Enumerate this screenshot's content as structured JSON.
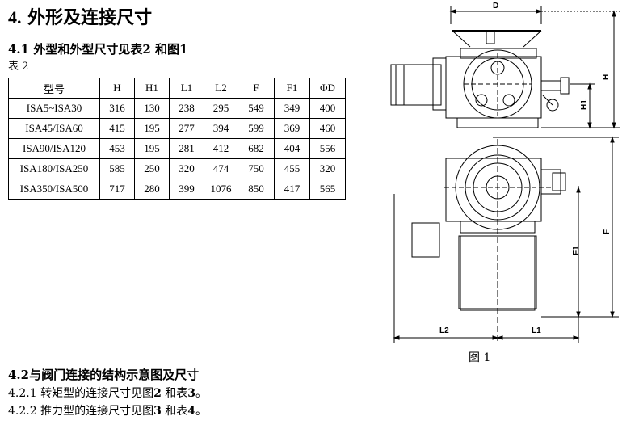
{
  "section": {
    "number": "4.",
    "title": "外形及连接尺寸"
  },
  "sub41": {
    "number": "4.1",
    "text_a": "外型和外型尺寸见表",
    "ref_table": "2",
    "text_b": "和图",
    "ref_fig": "1"
  },
  "table_caption": "表 2",
  "table": {
    "headers": [
      "型号",
      "H",
      "H1",
      "L1",
      "L2",
      "F",
      "F1",
      "ΦD"
    ],
    "rows": [
      [
        "ISA5~ISA30",
        "316",
        "130",
        "238",
        "295",
        "549",
        "349",
        "400"
      ],
      [
        "ISA45/ISA60",
        "415",
        "195",
        "277",
        "394",
        "599",
        "369",
        "460"
      ],
      [
        "ISA90/ISA120",
        "453",
        "195",
        "281",
        "412",
        "682",
        "404",
        "556"
      ],
      [
        "ISA180/ISA250",
        "585",
        "250",
        "320",
        "474",
        "750",
        "455",
        "320"
      ],
      [
        "ISA350/ISA500",
        "717",
        "280",
        "399",
        "1076",
        "850",
        "417",
        "565"
      ]
    ]
  },
  "drawing_labels": {
    "d": "D",
    "h": "H",
    "h1": "H1",
    "f": "F",
    "f1": "F1",
    "l2": "L2",
    "l1": "L1"
  },
  "figure_caption": "图 1",
  "sub42": {
    "number": "4.2",
    "text": "与阀门连接的结构示意图及尺寸"
  },
  "line421": {
    "number": "4.2.1",
    "text_a": "转矩型的连接尺寸见图",
    "fig": "2",
    "text_b": "和表",
    "table": "3",
    "end": "。"
  },
  "line422": {
    "number": "4.2.2",
    "text_a": "推力型的连接尺寸见图",
    "fig": "3",
    "text_b": "和表",
    "table": "4",
    "end": "。"
  }
}
